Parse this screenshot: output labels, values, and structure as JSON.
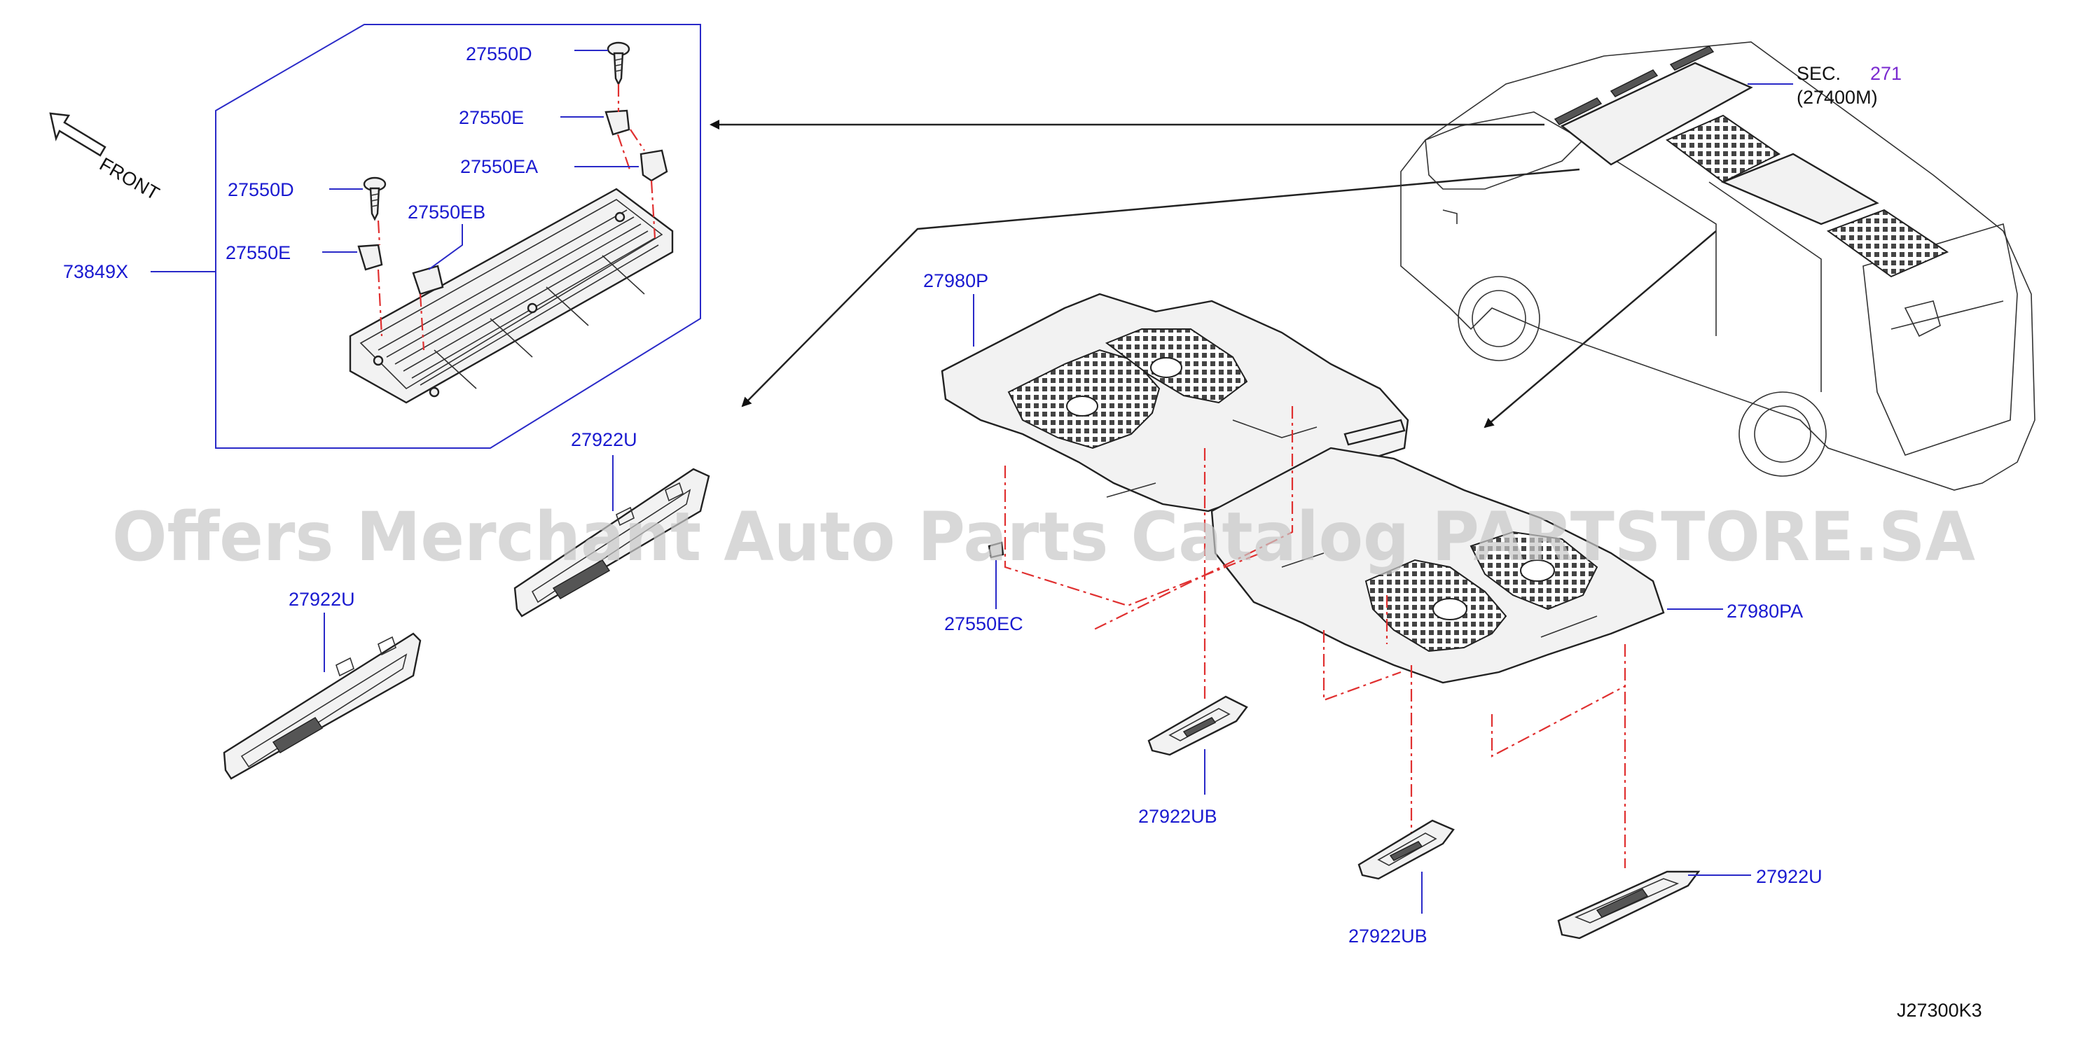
{
  "labels": {
    "p27550D_a": "27550D",
    "p27550E_a": "27550E",
    "p27550EA": "27550EA",
    "p27550D_b": "27550D",
    "p27550EB": "27550EB",
    "p27550E_b": "27550E",
    "p73849X": "73849X",
    "front": "FRONT",
    "p27980P": "27980P",
    "p27922U_a": "27922U",
    "p27922U_b": "27922U",
    "p27550EC": "27550EC",
    "p27922UB_a": "27922UB",
    "p27922UB_b": "27922UB",
    "p27922U_c": "27922U",
    "p27980PA": "27980PA",
    "sec": "SEC.",
    "sec_num": "271",
    "sec_ref": "(27400M)",
    "diagram_code": "J27300K3"
  },
  "watermark": "Offers Merchant Auto Parts Catalog PARTSTORE.SA",
  "colors": {
    "label_blue": "#1a1ad0",
    "sec_num_purple": "#7a2ad0",
    "leader_red": "#e03030",
    "watermark_grey": "#c8c8c8"
  }
}
